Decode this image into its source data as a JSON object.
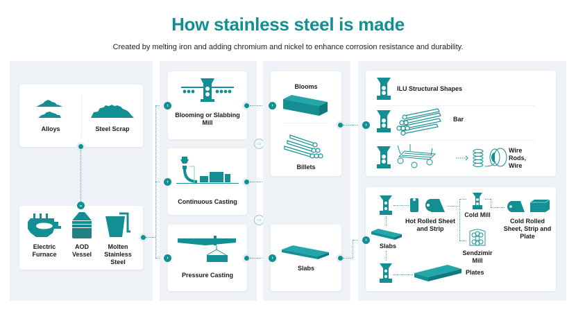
{
  "header": {
    "title": "How stainless steel is made",
    "subtitle": "Created by melting iron and adding chromium and nickel to enhance corrosion resistance and durability."
  },
  "colors": {
    "accent": "#138f94",
    "panel_bg": "#eff2f7",
    "card_bg": "#ffffff",
    "connector": "#4aa9ae"
  },
  "stage1": {
    "raw_materials": [
      {
        "label": "Alloys",
        "icon": "alloys-pile-icon"
      },
      {
        "label": "Steel Scrap",
        "icon": "scrap-pile-icon"
      }
    ],
    "melting": [
      {
        "label": "Electric Furnace",
        "icon": "electric-furnace-icon"
      },
      {
        "label": "AOD Vessel",
        "icon": "aod-vessel-icon"
      },
      {
        "label": "Molten Stainless Steel",
        "icon": "ladle-icon"
      }
    ]
  },
  "stage2": {
    "processes": [
      {
        "label": "Blooming or Slabbing Mill",
        "icon": "blooming-mill-icon"
      },
      {
        "label": "Continuous Casting",
        "icon": "continuous-caster-icon"
      },
      {
        "label": "Pressure Casting",
        "icon": "pressure-casting-icon"
      }
    ]
  },
  "stage3": {
    "semi_finished": [
      {
        "label": "Blooms",
        "icon": "bloom-block-icon"
      },
      {
        "label": "Billets",
        "icon": "billets-stack-icon"
      },
      {
        "label": "Slabs",
        "icon": "slab-icon"
      }
    ]
  },
  "stage4": {
    "long_products": [
      {
        "label": "ILU Structural Shapes",
        "icon": "rolling-stand-icon"
      },
      {
        "label": "Bar",
        "icon": "bar-bundle-icon"
      },
      {
        "label": "Wire Rods, Wire",
        "icon": "wire-coil-icon"
      }
    ],
    "flat_products": {
      "slabs_label": "Slabs",
      "hot_rolled": "Hot Rolled Sheet and Strip",
      "cold_mill": "Cold Mill",
      "sendzimir": "Sendzimir Mill",
      "cold_rolled": "Cold Rolled Sheet, Strip and Plate",
      "plates": "Plates"
    }
  }
}
